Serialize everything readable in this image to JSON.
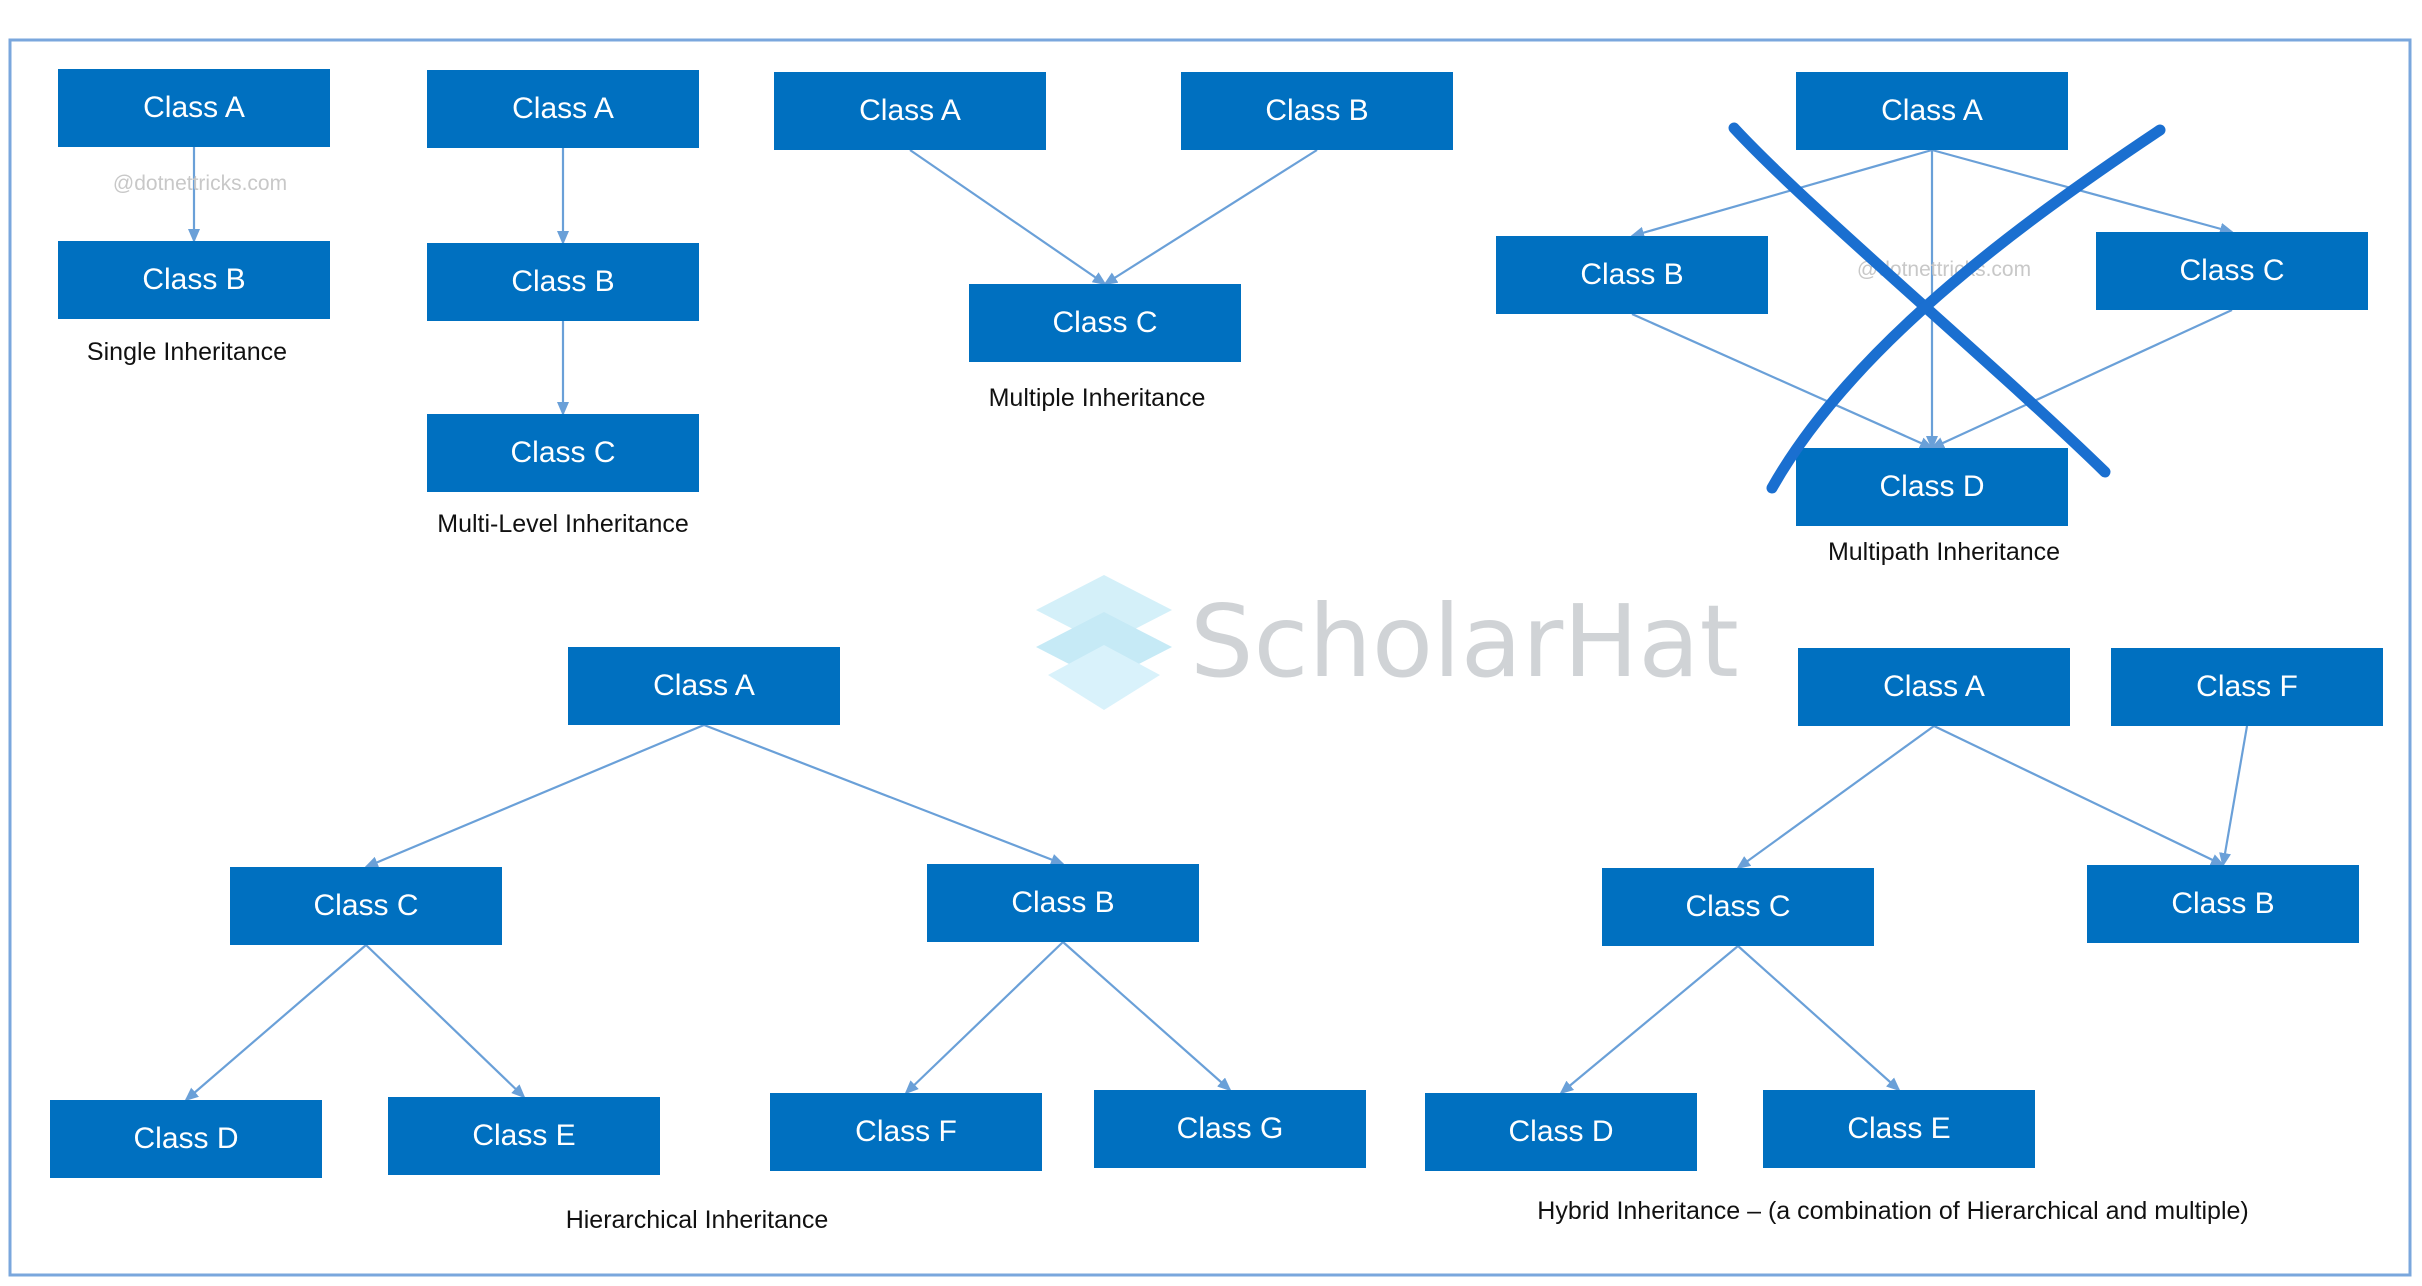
{
  "watermark": {
    "brand": "ScholarHat",
    "site": "@dotnettricks.com"
  },
  "colors": {
    "box": "#0070c0",
    "arrow": "#6aa0d8",
    "frame": "#7aa7dd",
    "cross": "#1a6fd0",
    "brand_text": "#c8ccd0"
  },
  "panels": [
    {
      "id": "single",
      "caption": "Single Inheritance",
      "boxes": [
        {
          "id": "A",
          "label": "Class A"
        },
        {
          "id": "B",
          "label": "Class B"
        }
      ],
      "edges": [
        [
          "A",
          "B"
        ]
      ]
    },
    {
      "id": "multilevel",
      "caption": "Multi-Level Inheritance",
      "boxes": [
        {
          "id": "A",
          "label": "Class A"
        },
        {
          "id": "B",
          "label": "Class B"
        },
        {
          "id": "C",
          "label": "Class C"
        }
      ],
      "edges": [
        [
          "A",
          "B"
        ],
        [
          "B",
          "C"
        ]
      ]
    },
    {
      "id": "multiple",
      "caption": "Multiple Inheritance",
      "boxes": [
        {
          "id": "A",
          "label": "Class A"
        },
        {
          "id": "B",
          "label": "Class B"
        },
        {
          "id": "C",
          "label": "Class C"
        }
      ],
      "edges": [
        [
          "A",
          "C"
        ],
        [
          "B",
          "C"
        ]
      ]
    },
    {
      "id": "multipath",
      "caption": "Multipath Inheritance",
      "crossed_out": true,
      "boxes": [
        {
          "id": "A",
          "label": "Class A"
        },
        {
          "id": "B",
          "label": "Class B"
        },
        {
          "id": "C",
          "label": "Class C"
        },
        {
          "id": "D",
          "label": "Class D"
        }
      ],
      "edges": [
        [
          "A",
          "B"
        ],
        [
          "A",
          "C"
        ],
        [
          "A",
          "D"
        ],
        [
          "B",
          "D"
        ],
        [
          "C",
          "D"
        ]
      ]
    },
    {
      "id": "hierarchical",
      "caption": "Hierarchical Inheritance",
      "boxes": [
        {
          "id": "A",
          "label": "Class A"
        },
        {
          "id": "C",
          "label": "Class C"
        },
        {
          "id": "B",
          "label": "Class B"
        },
        {
          "id": "D",
          "label": "Class D"
        },
        {
          "id": "E",
          "label": "Class E"
        },
        {
          "id": "F",
          "label": "Class F"
        },
        {
          "id": "G",
          "label": "Class G"
        }
      ],
      "edges": [
        [
          "A",
          "C"
        ],
        [
          "A",
          "B"
        ],
        [
          "C",
          "D"
        ],
        [
          "C",
          "E"
        ],
        [
          "B",
          "F"
        ],
        [
          "B",
          "G"
        ]
      ]
    },
    {
      "id": "hybrid",
      "caption": "Hybrid Inheritance – (a combination of Hierarchical and multiple)",
      "boxes": [
        {
          "id": "A",
          "label": "Class A"
        },
        {
          "id": "F",
          "label": "Class F"
        },
        {
          "id": "C",
          "label": "Class C"
        },
        {
          "id": "B",
          "label": "Class B"
        },
        {
          "id": "D",
          "label": "Class D"
        },
        {
          "id": "E",
          "label": "Class E"
        }
      ],
      "edges": [
        [
          "A",
          "C"
        ],
        [
          "A",
          "B"
        ],
        [
          "F",
          "B"
        ],
        [
          "C",
          "D"
        ],
        [
          "C",
          "E"
        ]
      ]
    }
  ]
}
